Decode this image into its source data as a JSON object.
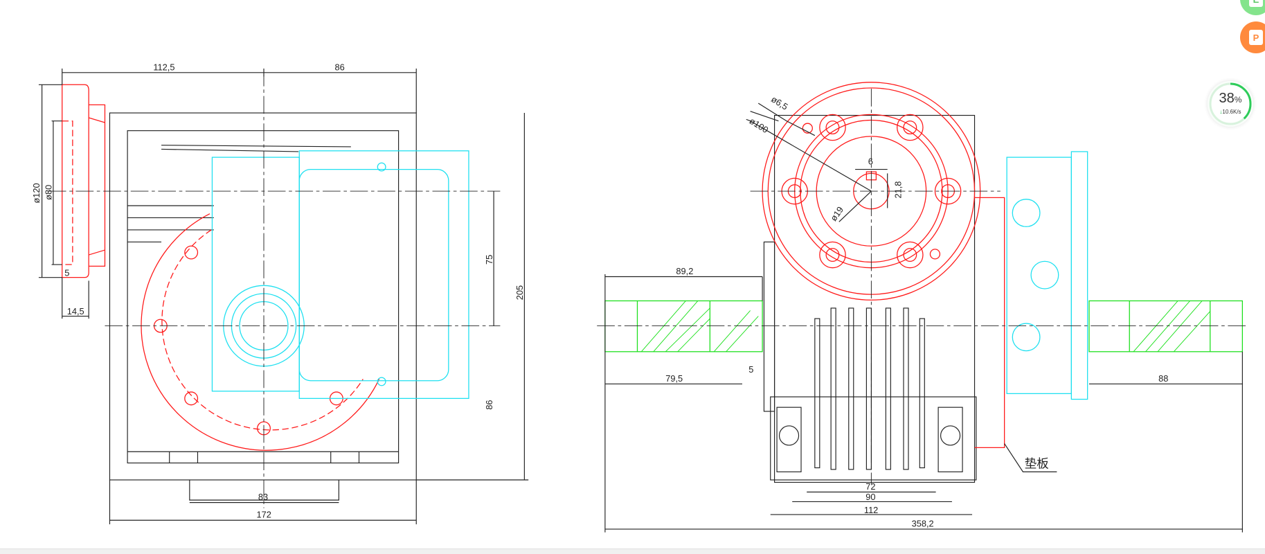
{
  "left_view": {
    "dims": {
      "d112_5": "112,5",
      "d86_top": "86",
      "d120": "ø120",
      "d80": "ø80",
      "d5": "5",
      "d14_5": "14,5",
      "d75": "75",
      "d205": "205",
      "d86_side": "86",
      "d83": "83",
      "d172": "172"
    }
  },
  "right_view": {
    "dims": {
      "d6_5": "ø6,5",
      "d100": "ø100",
      "d6": "6",
      "d21_8": "21,8",
      "d19": "ø19",
      "d89_2": "89,2",
      "d79_5": "79,5",
      "d5": "5",
      "d88": "88",
      "d72": "72",
      "d90": "90",
      "d112": "112",
      "d358_2": "358,2"
    },
    "note": "垫板"
  },
  "overlay": {
    "e_button": "E",
    "p_button": "P",
    "network_widget": {
      "percent": "38",
      "percent_sign": "%",
      "rate": "10.6K/s",
      "fill_fraction": 0.38,
      "color": "#2ecc5a"
    }
  },
  "colors": {
    "line": "#222222",
    "red": "#ff1a1a",
    "cyan": "#1ee0f0",
    "green": "#1de01d"
  }
}
